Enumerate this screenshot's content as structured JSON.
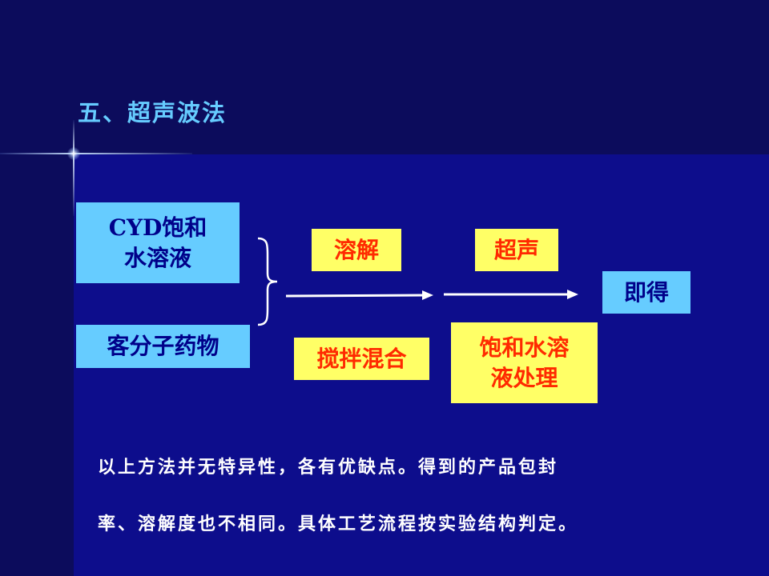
{
  "slide": {
    "title": "五、超声波法",
    "boxes": {
      "cyd_line1": "CYD饱和",
      "cyd_line2": "水溶液",
      "guest": "客分子药物",
      "dissolve": "溶解",
      "stir": "搅拌混合",
      "ultrasound": "超声",
      "treat_line1": "饱和水溶",
      "treat_line2": "液处理",
      "result": "即得"
    },
    "note_line1": "以上方法并无特异性，各有优缺点。得到的产品包封",
    "note_line2": "率、溶解度也不相同。具体工艺流程按实验结构判定。"
  },
  "colors": {
    "background": "#0d0d8c",
    "title_text": "#66ccff",
    "cyan_box": "#66ccff",
    "yellow_box": "#ffff66",
    "yellow_box_text": "#ff2a00",
    "cyan_box_text": "#00008a"
  }
}
